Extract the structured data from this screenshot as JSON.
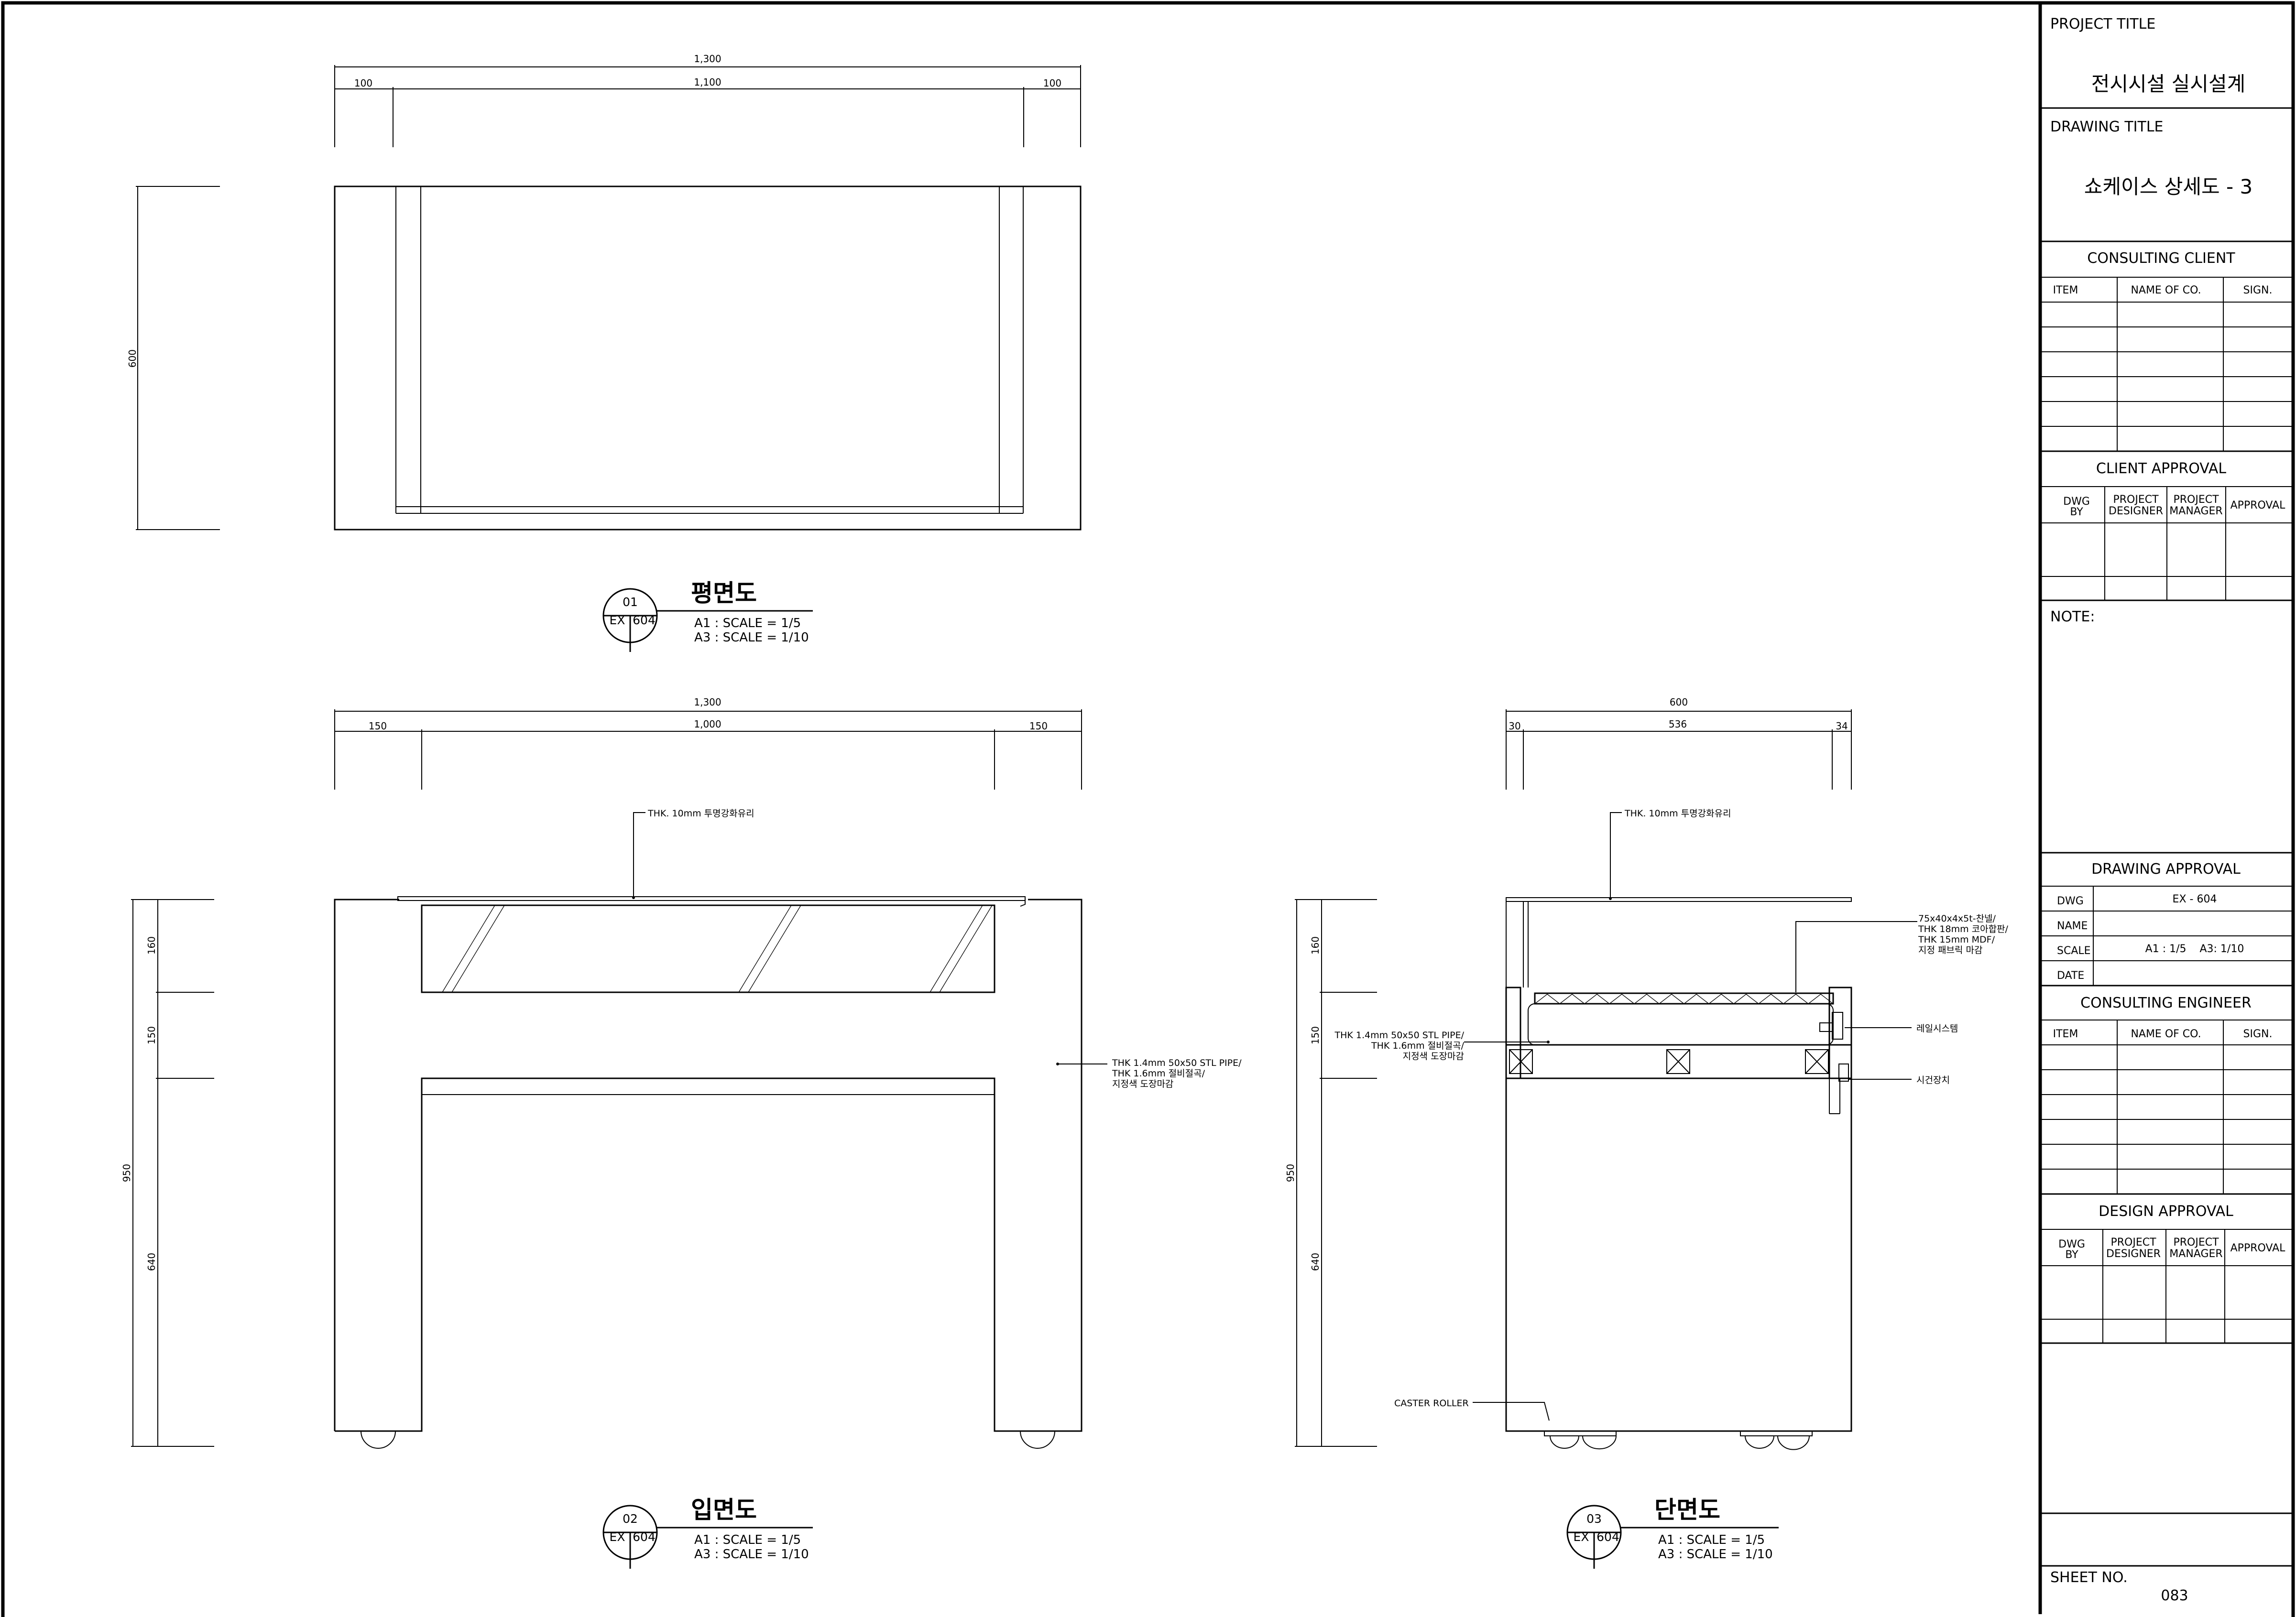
{
  "title_block": {
    "project_title_label": "PROJECT TITLE",
    "project_title": "전시시설 실시설계",
    "drawing_title_label": "DRAWING TITLE",
    "drawing_title": "쇼케이스 상세도 - 3",
    "consulting_client": {
      "header": "CONSULTING CLIENT",
      "columns": [
        "ITEM",
        "NAME OF CO.",
        "SIGN."
      ]
    },
    "client_approval": {
      "header": "CLIENT APPROVAL",
      "col_dwg_by_1": "DWG",
      "col_dwg_by_2": "BY",
      "col_designer_1": "PROJECT",
      "col_designer_2": "DESIGNER",
      "col_manager_1": "PROJECT",
      "col_manager_2": "MANAGER",
      "col_approval": "APPROVAL"
    },
    "note_label": "NOTE:",
    "drawing_approval": {
      "header": "DRAWING APPROVAL",
      "dwg_label": "DWG",
      "dwg_value": "EX - 604",
      "name_label": "NAME",
      "scale_label": "SCALE",
      "scale_value": "A1 : 1/5    A3: 1/10",
      "date_label": "DATE"
    },
    "consulting_engineer": {
      "header": "CONSULTING ENGINEER",
      "columns": [
        "ITEM",
        "NAME OF CO.",
        "SIGN."
      ]
    },
    "design_approval": {
      "header": "DESIGN APPROVAL",
      "col_dwg_by_1": "DWG",
      "col_dwg_by_2": "BY",
      "col_designer_1": "PROJECT",
      "col_designer_2": "DESIGNER",
      "col_manager_1": "PROJECT",
      "col_manager_2": "MANAGER",
      "col_approval": "APPROVAL"
    },
    "sheet_no_label": "SHEET NO.",
    "sheet_no": "083"
  },
  "views": {
    "plan": {
      "number": "01",
      "ref_code": "EX",
      "ref_sheet": "604",
      "title": "평면도",
      "scale_a1": "A1 : SCALE = 1/5",
      "scale_a3": "A3 : SCALE = 1/10",
      "dim_total": "1,300",
      "dim_left": "100",
      "dim_mid": "1,100",
      "dim_right": "100",
      "dim_depth": "600"
    },
    "elevation": {
      "number": "02",
      "ref_code": "EX",
      "ref_sheet": "604",
      "title": "입면도",
      "scale_a1": "A1 : SCALE = 1/5",
      "scale_a3": "A3 : SCALE = 1/10",
      "dim_total": "1,300",
      "dim_left": "150",
      "dim_mid": "1,000",
      "dim_right": "150",
      "dim_h_total": "950",
      "dim_h_top": "160",
      "dim_h_mid": "150",
      "dim_h_bottom": "640",
      "note_glass": "THK. 10mm 투명강화유리",
      "note_pipe_1": "THK 1.4mm 50x50 STL PIPE/",
      "note_pipe_2": "THK 1.6mm 절비절곡/",
      "note_pipe_3": "지정색 도장마감"
    },
    "section": {
      "number": "03",
      "ref_code": "EX",
      "ref_sheet": "604",
      "title": "단면도",
      "scale_a1": "A1 : SCALE = 1/5",
      "scale_a3": "A3 : SCALE = 1/10",
      "dim_total": "600",
      "dim_left": "30",
      "dim_mid": "536",
      "dim_right": "34",
      "dim_h_total": "950",
      "dim_h_top": "160",
      "dim_h_mid": "150",
      "dim_h_bottom": "640",
      "note_glass": "THK. 10mm 투명강화유리",
      "note_pipe_1": "THK 1.4mm 50x50 STL PIPE/",
      "note_pipe_2": "THK 1.6mm 절비절곡/",
      "note_pipe_3": "지정색 도장마감",
      "note_frame_1": "75x40x4x5t-찬넬/",
      "note_frame_2": "THK 18mm 코아합판/",
      "note_frame_3": "THK 15mm MDF/",
      "note_frame_4": "지정 패브릭 마감",
      "note_rail": "레일시스템",
      "note_lock": "시건장치",
      "note_caster": "CASTER ROLLER"
    }
  }
}
